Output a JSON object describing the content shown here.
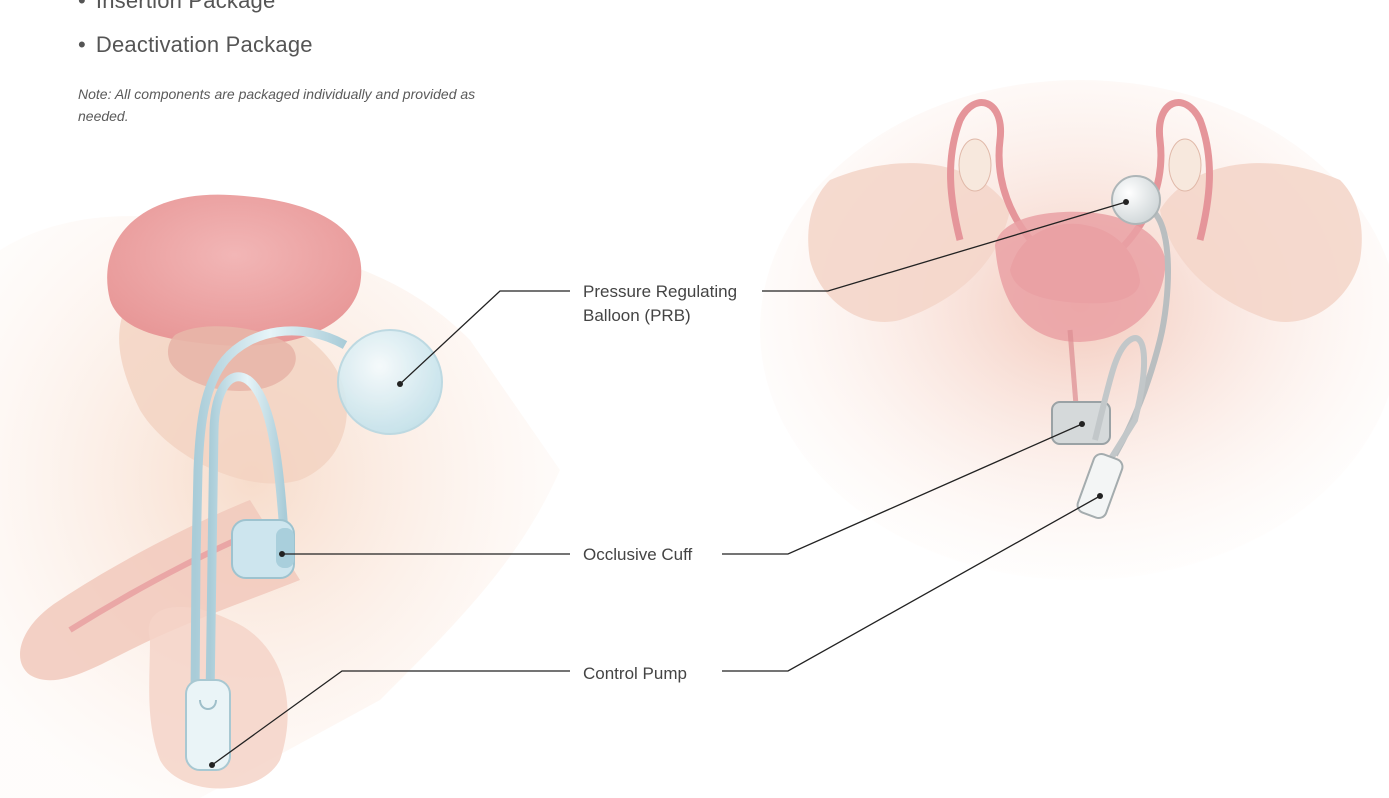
{
  "list": {
    "items": [
      "Insertion Package",
      "Deactivation Package"
    ]
  },
  "note": "Note: All components are packaged individually and provided as needed.",
  "labels": {
    "prb_line1": "Pressure Regulating",
    "prb_line2": "Balloon (PRB)",
    "cuff": "Occlusive Cuff",
    "pump": "Control Pump"
  },
  "colors": {
    "tissue": "#f6dccd",
    "organ": "#e9a0a3",
    "device": "#cfe6ee",
    "leader": "#222222"
  }
}
